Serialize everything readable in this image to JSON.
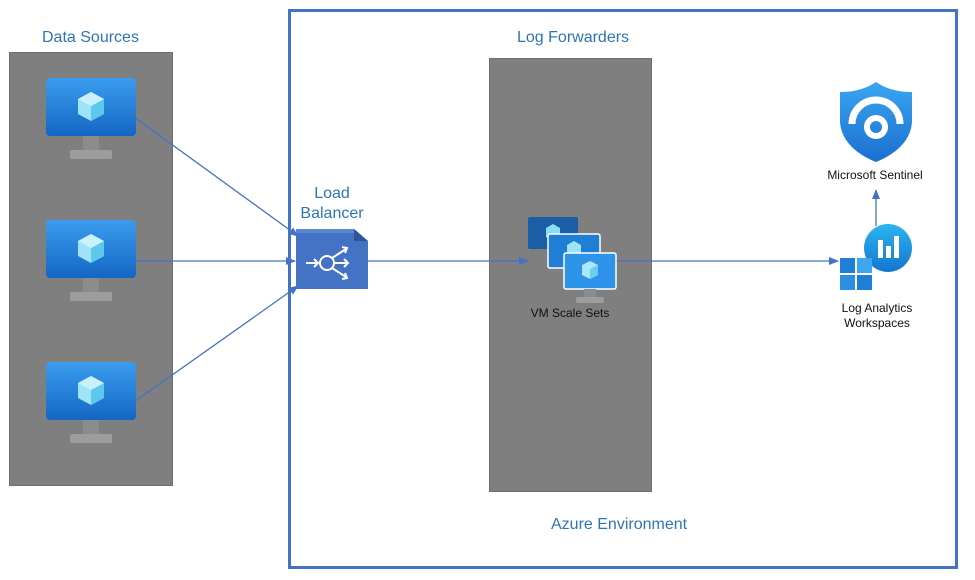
{
  "diagram": {
    "colors": {
      "accent": "#4472c4",
      "panel": "#7f7f7f",
      "title": "#2e75b6"
    },
    "data_sources": {
      "title": "Data Sources",
      "machine_icon": "virtual-machine-icon"
    },
    "azure_environment": {
      "label": "Azure Environment"
    },
    "log_forwarders": {
      "title": "Log Forwarders"
    },
    "load_balancer": {
      "label_line1": "Load",
      "label_line2": "Balancer",
      "icon": "load-balancer-icon"
    },
    "vm_scale_sets": {
      "label": "VM Scale Sets",
      "icon": "vm-scale-sets-icon"
    },
    "log_analytics": {
      "label_line1": "Log Analytics",
      "label_line2": "Workspaces",
      "icon": "log-analytics-icon"
    },
    "sentinel": {
      "label": "Microsoft Sentinel",
      "icon": "sentinel-shield-icon"
    }
  }
}
